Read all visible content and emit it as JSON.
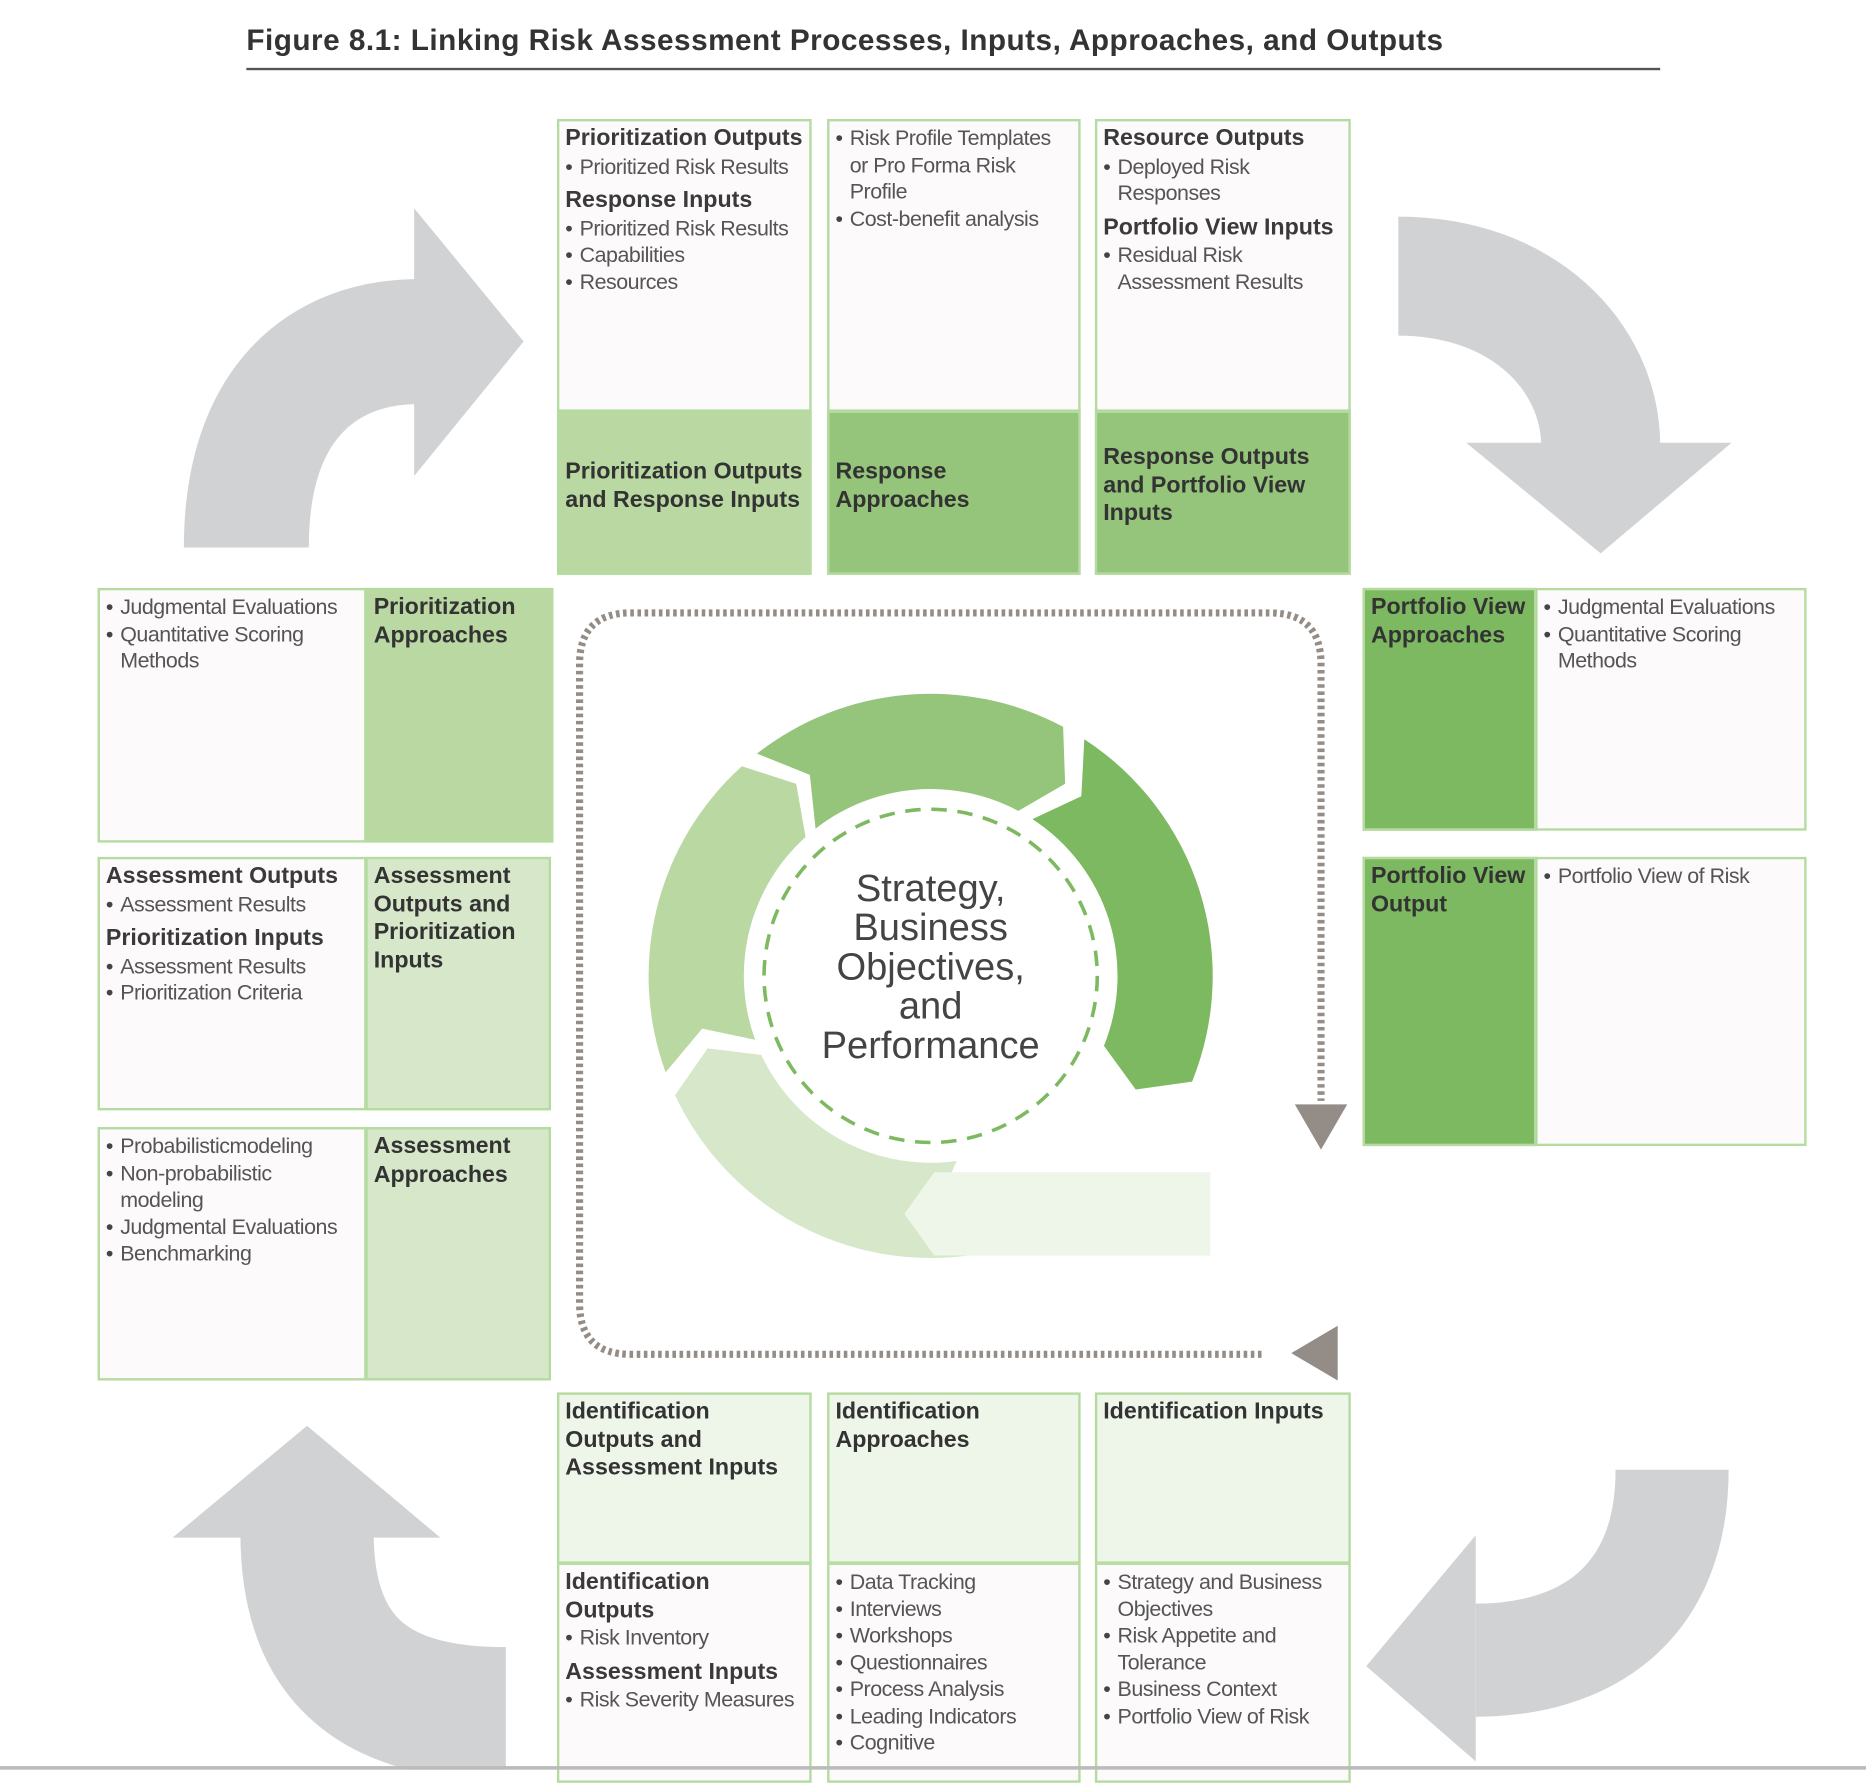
{
  "title": "Figure 8.1: Linking Risk Assessment Processes, Inputs, Approaches, and Outputs",
  "center": {
    "lines": [
      "Strategy,",
      "Business",
      "Objectives,",
      "and",
      "Performance"
    ]
  },
  "colors": {
    "green_dark": "#7cb960",
    "green_medium": "#95c47b",
    "green_light": "#b9d8a2",
    "green_pale": "#d6e8c9",
    "green_palest": "#eef6ea",
    "arrow_gray": "#d1d2d4",
    "dotted_path": "#948c86"
  },
  "panels": {
    "top": [
      {
        "label": "Prioritization Outputs and Response Inputs",
        "sections": [
          {
            "heading": "Prioritization Outputs",
            "bullets": [
              "Prioritized Risk Results"
            ]
          },
          {
            "heading": "Response Inputs",
            "bullets": [
              "Prioritized Risk Results",
              "Capabilities",
              "Resources"
            ]
          }
        ]
      },
      {
        "label": "Response Approaches",
        "sections": [
          {
            "heading": "",
            "bullets": [
              "Risk Profile Templates or Pro Forma Risk Profile",
              "Cost-benefit analysis"
            ]
          }
        ]
      },
      {
        "label": "Response Outputs and Portfolio View Inputs",
        "sections": [
          {
            "heading": "Resource Outputs",
            "bullets": [
              "Deployed Risk Responses"
            ]
          },
          {
            "heading": "Portfolio View Inputs",
            "bullets": [
              "Residual Risk Assessment Results"
            ]
          }
        ]
      }
    ],
    "left": [
      {
        "label": "Prioritization Approaches",
        "sections": [
          {
            "heading": "",
            "bullets": [
              "Judgmental Evaluations",
              "Quantitative Scoring Methods"
            ]
          }
        ]
      },
      {
        "label": "Assessment Outputs and Prioritization Inputs",
        "sections": [
          {
            "heading": "Assessment Outputs",
            "bullets": [
              "Assessment Results"
            ]
          },
          {
            "heading": "Prioritization Inputs",
            "bullets": [
              "Assessment Results",
              "Prioritization Criteria"
            ]
          }
        ]
      },
      {
        "label": "Assessment Approaches",
        "sections": [
          {
            "heading": "",
            "bullets": [
              "Probabilisticmodeling",
              "Non-probabilistic modeling",
              "Judgmental Evaluations",
              "Benchmarking"
            ]
          }
        ]
      }
    ],
    "right": [
      {
        "label": "Portfolio View Approaches",
        "sections": [
          {
            "heading": "",
            "bullets": [
              "Judgmental Evaluations",
              "Quantitative Scoring Methods"
            ]
          }
        ]
      },
      {
        "label": "Portfolio View Output",
        "sections": [
          {
            "heading": "",
            "bullets": [
              "Portfolio View of Risk"
            ]
          }
        ]
      }
    ],
    "bottom": [
      {
        "label": "Identification Outputs and Assessment Inputs",
        "sections": [
          {
            "heading": "Identification Outputs",
            "bullets": [
              "Risk Inventory"
            ]
          },
          {
            "heading": "Assessment Inputs",
            "bullets": [
              "Risk Severity Measures"
            ]
          }
        ]
      },
      {
        "label": "Identification Approaches",
        "sections": [
          {
            "heading": "",
            "bullets": [
              "Data Tracking",
              "Interviews",
              "Workshops",
              "Questionnaires",
              "Process Analysis",
              "Leading Indicators",
              "Cognitive"
            ]
          }
        ]
      },
      {
        "label": "Identification Inputs",
        "sections": [
          {
            "heading": "",
            "bullets": [
              "Strategy and Business Objectives",
              "Risk Appetite and Tolerance",
              "Business Context",
              "Portfolio View of Risk"
            ]
          }
        ]
      }
    ]
  }
}
